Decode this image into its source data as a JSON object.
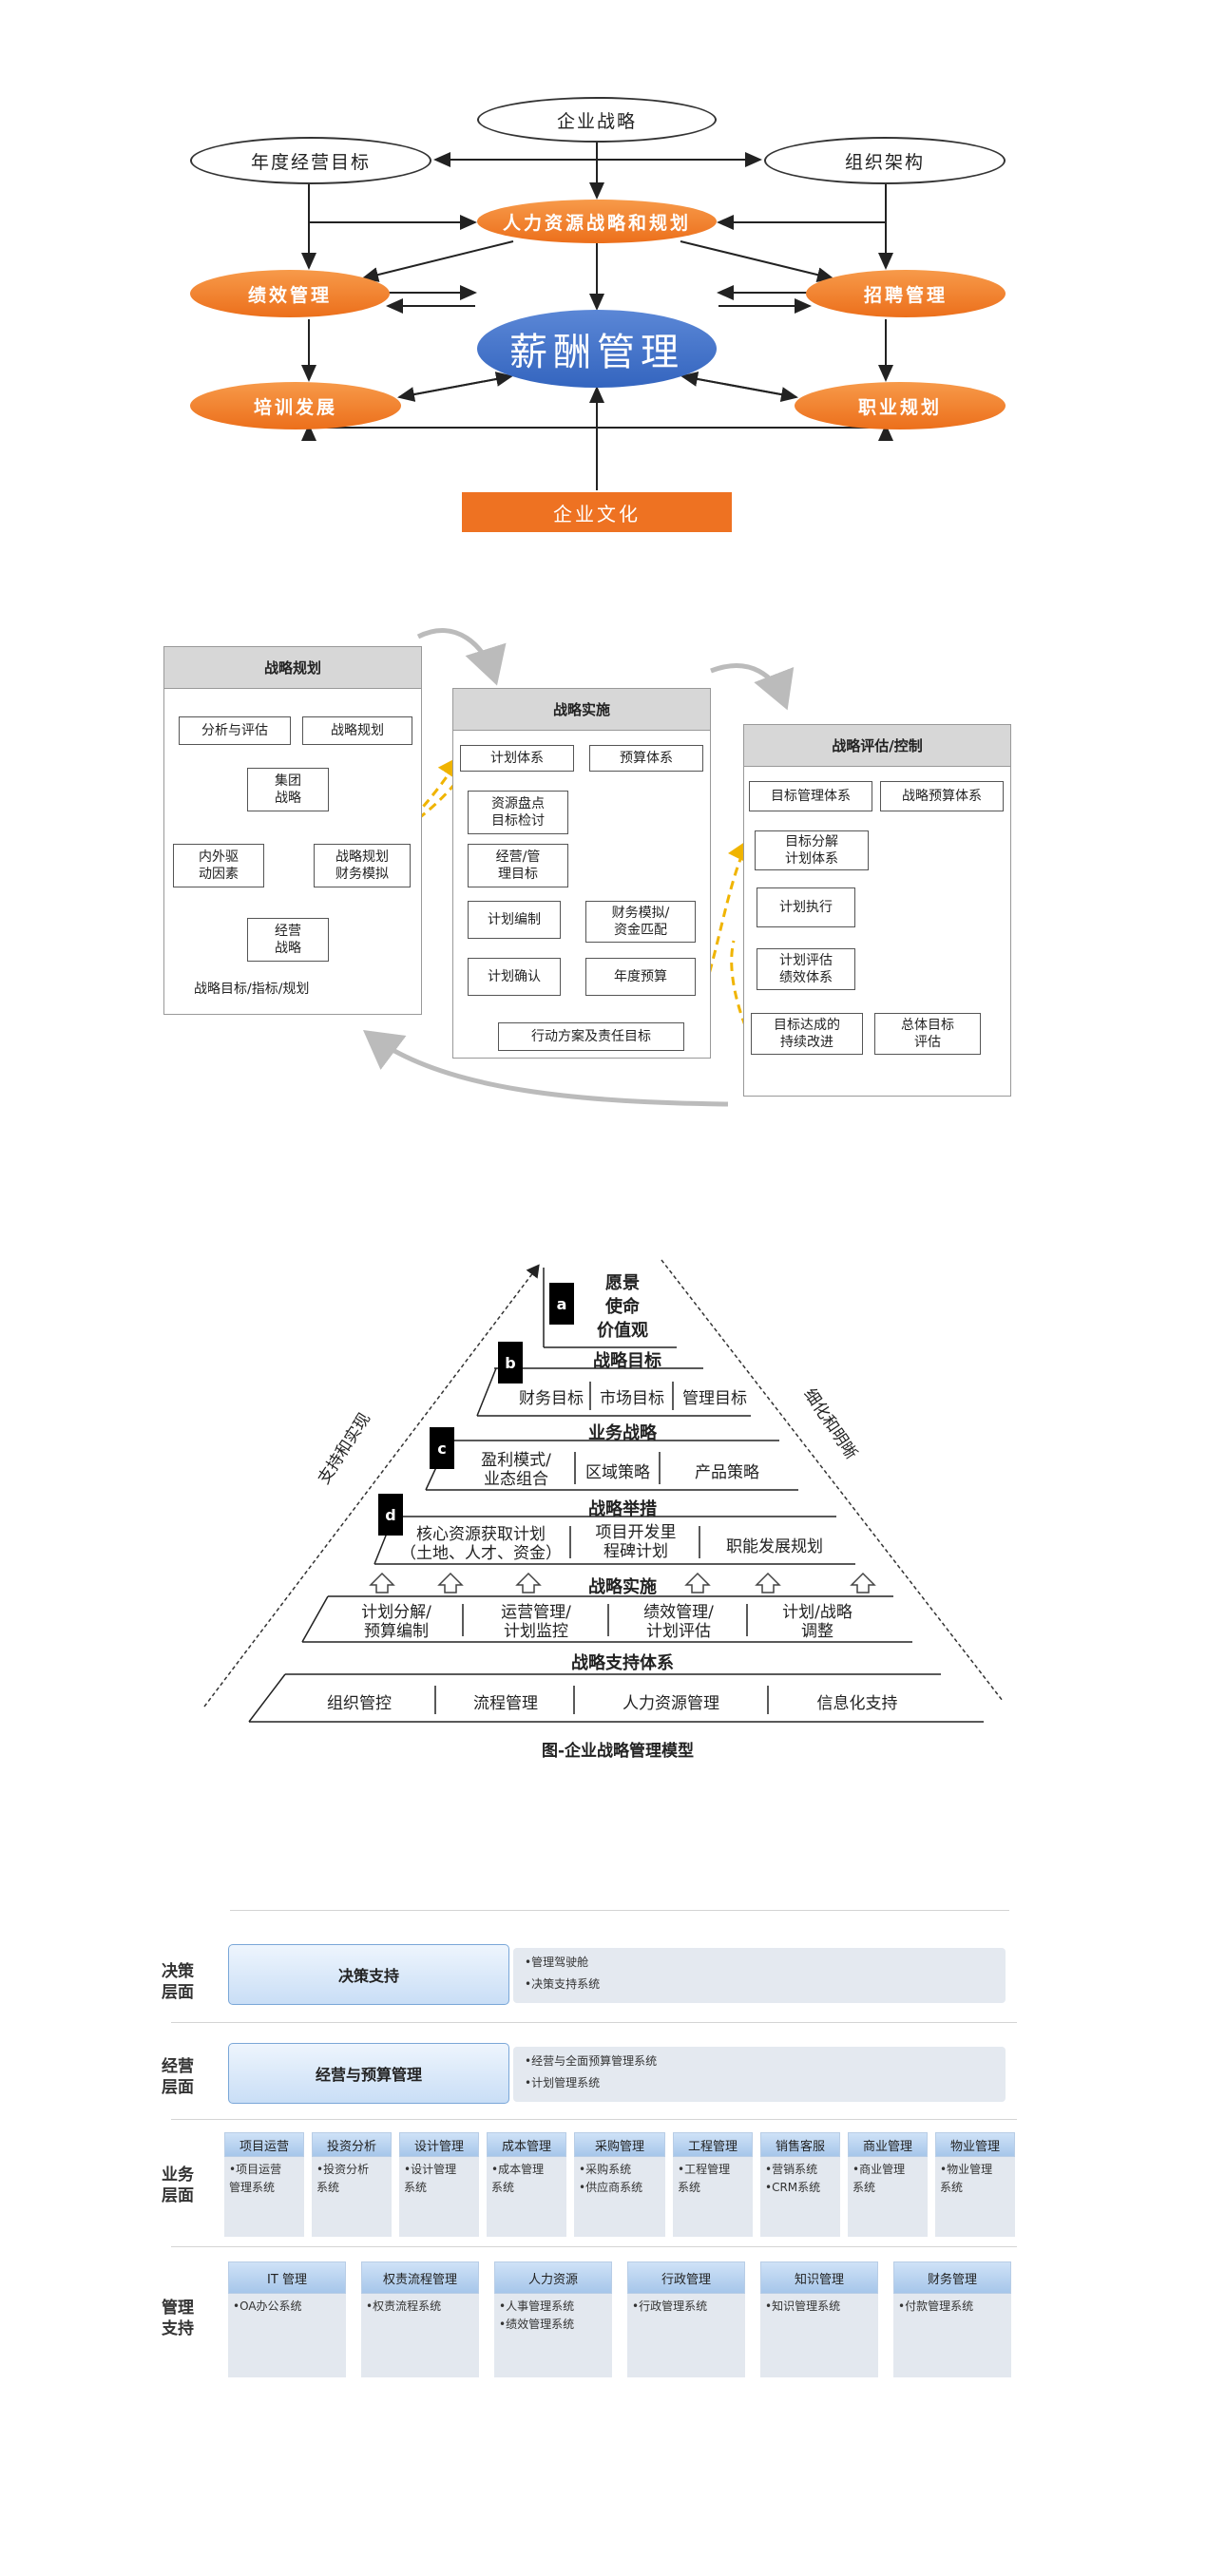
{
  "section1": {
    "top": "企业战略",
    "left_top": "年度经营目标",
    "right_top": "组织架构",
    "hr_strategy": "人力资源战略和规划",
    "performance": "绩效管理",
    "recruit": "招聘管理",
    "center": "薪酬管理",
    "training": "培训发展",
    "career": "职业规划",
    "culture": "企业文化"
  },
  "section2": {
    "planning": {
      "title": "战略规划",
      "analysis": "分析与评估",
      "plan": "战略规划",
      "group": "集团\n战略",
      "drivers": "内外驱\n动因素",
      "fin": "战略规划\n财务模拟",
      "ops": "经营\n战略",
      "caption": "战略目标/指标/规划"
    },
    "implement": {
      "title": "战略实施",
      "plan_sys": "计划体系",
      "budget_sys": "预算体系",
      "inventory": "资源盘点\n目标检讨",
      "mgmt_target": "经营/管\n理目标",
      "plan_make": "计划编制",
      "fin_match": "财务模拟/\n资金匹配",
      "plan_confirm": "计划确认",
      "annual_budget": "年度预算",
      "action": "行动方案及责任目标"
    },
    "evaluate": {
      "title": "战略评估/控制",
      "target_sys": "目标管理体系",
      "budget_sys": "战略预算体系",
      "decompose": "目标分解\n计划体系",
      "execute": "计划执行",
      "perf": "计划评估\n绩效体系",
      "improve": "目标达成的\n持续改进",
      "overall": "总体目标\n评估"
    }
  },
  "section3": {
    "badges": [
      "a",
      "b",
      "c",
      "d"
    ],
    "vision": "愿景\n使命\n价值观",
    "goal": "战略目标",
    "fin_goal": "财务目标",
    "market_goal": "市场目标",
    "mgmt_goal": "管理目标",
    "business": "业务战略",
    "profit_model": "盈利模式/\n业态组合",
    "region": "区域策略",
    "product": "产品策略",
    "measures": "战略举措",
    "core_res": "核心资源获取计划\n（土地、人才、资金）",
    "project_dev": "项目开发里\n程碑计划",
    "func_dev": "职能发展规划",
    "execution": "战略实施",
    "plan_split": "计划分解/\n预算编制",
    "ops_mgmt": "运营管理/\n计划监控",
    "perf_mgmt": "绩效管理/\n计划评估",
    "plan_adjust": "计划/战略\n调整",
    "support": "战略支持体系",
    "org": "组织管控",
    "process": "流程管理",
    "hr": "人力资源管理",
    "it": "信息化支持",
    "left_side": "支持和实现",
    "right_side": "细化和明晰",
    "caption": "图-企业战略管理模型"
  },
  "section4": {
    "decision": {
      "label": "决策\n层面",
      "button": "决策支持",
      "items": [
        "•管理驾驶舱",
        "•决策支持系统"
      ]
    },
    "operation": {
      "label": "经营\n层面",
      "button": "经营与预算管理",
      "items": [
        "•经营与全面预算管理系统",
        "•计划管理系统"
      ]
    },
    "business": {
      "label": "业务\n层面",
      "modules": [
        {
          "head": "项目运营",
          "body": "•项目运营\n管理系统"
        },
        {
          "head": "投资分析",
          "body": "•投资分析\n系统"
        },
        {
          "head": "设计管理",
          "body": "•设计管理\n系统"
        },
        {
          "head": "成本管理",
          "body": "•成本管理\n系统"
        },
        {
          "head": "采购管理",
          "body": "•采购系统\n•供应商系统"
        },
        {
          "head": "工程管理",
          "body": "•工程管理\n系统"
        },
        {
          "head": "销售客服",
          "body": "•营销系统\n•CRM系统"
        },
        {
          "head": "商业管理",
          "body": "•商业管理\n系统"
        },
        {
          "head": "物业管理",
          "body": "•物业管理\n系统"
        }
      ]
    },
    "support": {
      "label": "管理\n支持",
      "modules": [
        {
          "head": "IT 管理",
          "body": "•OA办公系统"
        },
        {
          "head": "权责流程管理",
          "body": "•权责流程系统"
        },
        {
          "head": "人力资源",
          "body": "•人事管理系统\n•绩效管理系统"
        },
        {
          "head": "行政管理",
          "body": "•行政管理系统"
        },
        {
          "head": "知识管理",
          "body": "•知识管理系统"
        },
        {
          "head": "财务管理",
          "body": "•付款管理系统"
        }
      ]
    }
  }
}
